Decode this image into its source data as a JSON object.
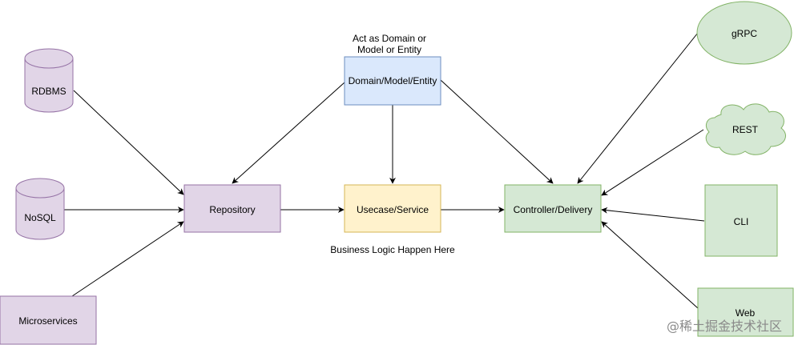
{
  "nodes": {
    "rdbms": "RDBMS",
    "nosql": "NoSQL",
    "microservices": "Microservices",
    "repository": "Repository",
    "domain": "Domain/Model/Entity",
    "usecase": "Usecase/Service",
    "controller": "Controller/Delivery",
    "grpc": "gRPC",
    "rest": "REST",
    "cli": "CLI",
    "web": "Web"
  },
  "annotations": {
    "domain_note_line1": "Act as Domain or",
    "domain_note_line2": "Model or Entity",
    "usecase_note": "Business Logic Happen Here"
  },
  "watermark": "@稀土掘金技术社区",
  "colors": {
    "purple_fill": "#e1d5e7",
    "purple_stroke": "#9673a6",
    "blue_fill": "#dae8fc",
    "blue_stroke": "#6c8ebf",
    "yellow_fill": "#fff2cc",
    "yellow_stroke": "#d6b656",
    "green_fill": "#d5e8d4",
    "green_stroke": "#82b366"
  }
}
